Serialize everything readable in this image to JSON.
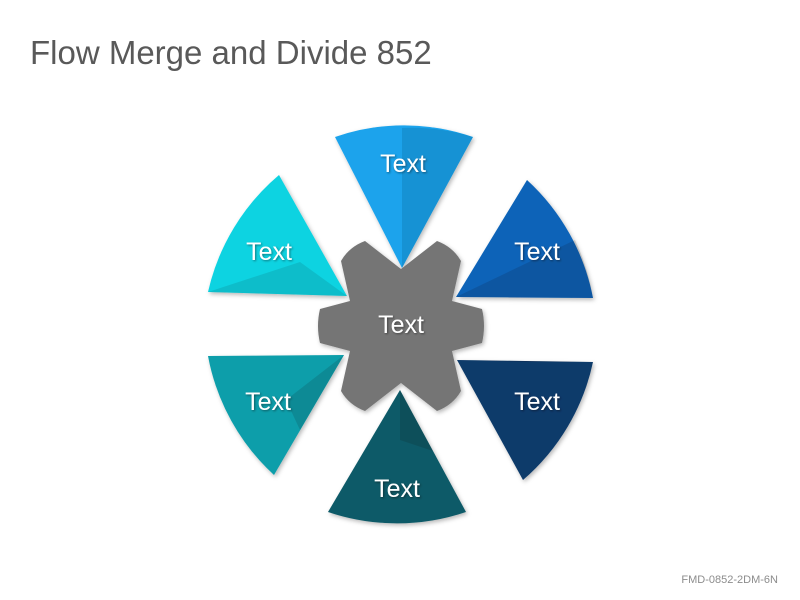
{
  "title": "Flow Merge and Divide 852",
  "code": "FMD-0852-2DM-6N",
  "center": {
    "label": "Text",
    "color": "#757575"
  },
  "segments": [
    {
      "label": "Text",
      "color": "#1aa3ec"
    },
    {
      "label": "Text",
      "color": "#0b63b8"
    },
    {
      "label": "Text",
      "color": "#0d3a6b"
    },
    {
      "label": "Text",
      "color": "#0e5a67"
    },
    {
      "label": "Text",
      "color": "#0c9eaa"
    },
    {
      "label": "Text",
      "color": "#0dd3e1"
    }
  ]
}
